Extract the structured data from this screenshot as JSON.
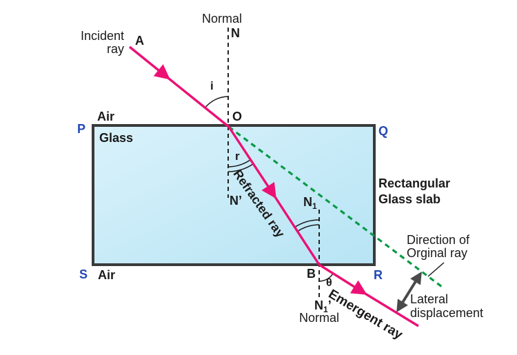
{
  "figure": {
    "type": "physics-ray-diagram",
    "subject": "Refraction of light through a rectangular glass slab"
  },
  "labels": {
    "normal_top": "Normal",
    "n_top": "N",
    "incident_line1": "Incident",
    "incident_line2": "ray",
    "a_point": "A",
    "angle_i": "i",
    "o_point": "O",
    "air_top": "Air",
    "p_corner": "P",
    "q_corner": "Q",
    "glass": "Glass",
    "angle_r": "r",
    "n_prime": {
      "base": "N",
      "prime": "’"
    },
    "refracted_ray": "Refracted ray",
    "n1": {
      "base": "N",
      "sub": "1"
    },
    "slab_line1": "Rectangular",
    "slab_line2": "Glass slab",
    "direction_line1": "Direction of",
    "direction_line2": "Orginal ray",
    "b_point": "B",
    "r_corner": "R",
    "angle_theta": "θ",
    "n1_prime": {
      "base": "N",
      "sub": "1",
      "prime": "’"
    },
    "normal_bottom": "Normal",
    "emergent_ray": "Emergent ray",
    "lateral_line1": "Lateral",
    "lateral_line2": "displacement",
    "s_corner": "S",
    "air_bottom": "Air"
  },
  "colors": {
    "pink": "#EC1075",
    "green": "#0B9A46",
    "blue": "#2447B5",
    "ink": "#1A1A1A",
    "gray": "#4A4A4A",
    "border": "#3A3A3A",
    "slab_light": "#D9F2FB",
    "slab_dark": "#B7E4F4"
  }
}
